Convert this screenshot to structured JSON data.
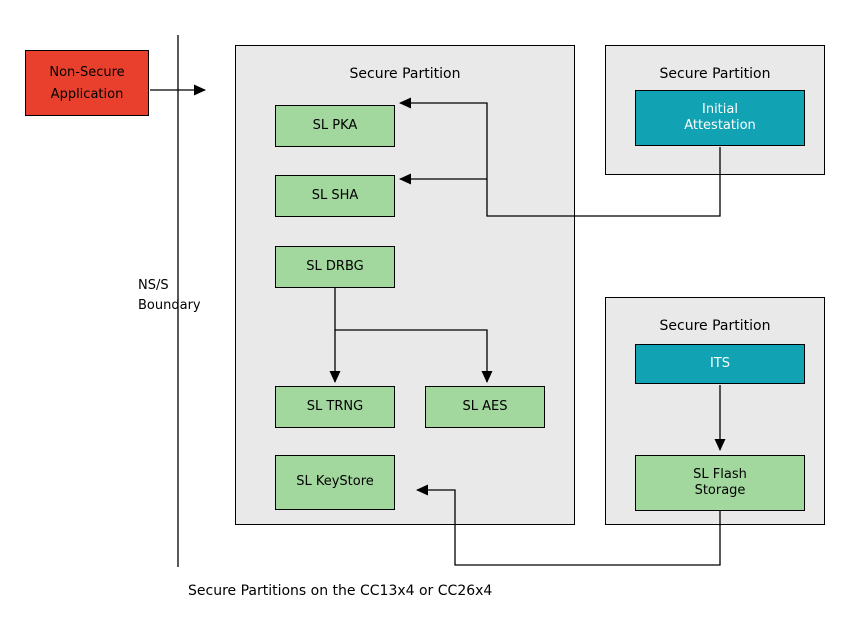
{
  "diagram": {
    "caption": "Secure Partitions on the CC13x4 or CC26x4",
    "boundary_label": {
      "line1": "NS/S",
      "line2": "Boundary"
    },
    "non_secure_app": {
      "line1": "Non-Secure",
      "line2": "Application"
    },
    "main_partition": {
      "title": "Secure Partition",
      "modules": {
        "pka": "SL PKA",
        "sha": "SL SHA",
        "drbg": "SL DRBG",
        "trng": "SL TRNG",
        "aes": "SL AES",
        "keystore": "SL KeyStore"
      }
    },
    "attestation_partition": {
      "title": "Secure Partition",
      "attestation": {
        "line1": "Initial",
        "line2": "Attestation"
      }
    },
    "its_partition": {
      "title": "Secure Partition",
      "its": "ITS",
      "flash": {
        "line1": "SL Flash",
        "line2": "Storage"
      }
    },
    "colors": {
      "non_secure_red": "#e8402c",
      "partition_gray": "#e9e9e9",
      "module_green": "#a2d89d",
      "module_teal": "#11a2b4",
      "connector_black": "#000000"
    }
  }
}
